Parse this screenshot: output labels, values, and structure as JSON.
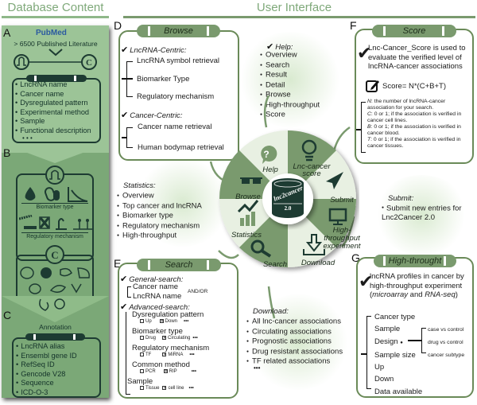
{
  "headers": {
    "left": "Database Content",
    "right": "User Interface"
  },
  "panel_letters": [
    "A",
    "B",
    "C",
    "D",
    "E",
    "F",
    "G"
  ],
  "panelA": {
    "logo": "PubMed",
    "literature": "> 6500 Published Literature",
    "items": [
      "LncRNA name",
      "Cancer name",
      "Dysregulated pattern",
      "Experimental method",
      "Sample",
      "Functional description",
      "• • •"
    ]
  },
  "panelB": {
    "biomarker_label": "Biomarker type",
    "regulatory_label": "Regulatory mechanism"
  },
  "panelC": {
    "title": "Annotation",
    "items": [
      "LncRNA  alias",
      "Ensembl gene ID",
      "RefSeq ID",
      "Gencode V28",
      "Sequence",
      "ICD-O-3"
    ]
  },
  "browse": {
    "tab": "Browse",
    "lnc_centric": "LncRNA-Centric:",
    "lnc_items": [
      "LncRNA symbol retrieval",
      "Biomarker Type",
      "Regulatory mechanism"
    ],
    "cancer_centric": "Cancer-Centric:",
    "cancer_items": [
      "Cancer name retrieval",
      "Human bodymap retrieval"
    ]
  },
  "help": {
    "title": "Help",
    "items": [
      "Overview",
      "Search",
      "Result",
      "Detail",
      "Browse",
      "High-throughput",
      "Score"
    ]
  },
  "statistics": {
    "title": "Statistics",
    "items": [
      "Overview",
      "Top cancer and lncRNA",
      "Biomarker type",
      "Regulatory mechanism",
      "High-throughput"
    ]
  },
  "wheel": {
    "center_name": "lnc2cancer",
    "center_version": "2.0",
    "segments": [
      "Help",
      "Lnc-cancer score",
      "Submit",
      "High-throughput experiment",
      "Download",
      "Search",
      "Statistics",
      "Browse"
    ]
  },
  "score": {
    "tab": "Score",
    "desc": "Lnc-Cancer_Score is used to evaluate the verified level of lncRNA-cancer associations",
    "formula": "Score= N*(C+B+T)",
    "defs": [
      {
        "k": "N",
        "v": ": the number of lncRNA-cancer association for your search."
      },
      {
        "k": "C",
        "v": ": 0 or 1; if the association is verified in cancer cell lines."
      },
      {
        "k": "B",
        "v": ": 0 or 1; if the association is verified in cancer blood."
      },
      {
        "k": "T",
        "v": ": 0 or 1; if the association is verified in cancer tissues."
      }
    ]
  },
  "submit": {
    "title": "Submit",
    "item": "Submit new entries for Lnc2Cancer 2.0"
  },
  "search": {
    "tab": "Search",
    "general": "General-search:",
    "general_items": [
      "Cancer name",
      "LncRNA name"
    ],
    "andor": "AND/OR",
    "advanced": "Advanced-search:",
    "groups": [
      {
        "label": "Dysregulation pattern",
        "opts": [
          "Up",
          "Down"
        ]
      },
      {
        "label": "Biomarker type",
        "opts": [
          "Drug",
          "Circulating"
        ]
      },
      {
        "label": "Regulatory mechanism",
        "opts": [
          "TF",
          "MiRNA"
        ]
      },
      {
        "label": "Common method",
        "opts": [
          "PCR",
          "RIP"
        ]
      },
      {
        "label": "Sample",
        "opts": [
          "Tissue",
          "cell line"
        ]
      }
    ],
    "more": "•••"
  },
  "download": {
    "title": "Download",
    "items": [
      "All lnc-cancer associations",
      "Circulating associations",
      "Prognostic associations",
      "Drug resistant associations",
      "TF related associations"
    ],
    "more": "•••"
  },
  "high": {
    "tab": "High-throught",
    "desc_pre": "lncRNA profiles in cancer by high-throughput experiment (",
    "m1": "microarray",
    "and": " and ",
    "m2": "RNA-seq",
    "desc_post": ")",
    "items": [
      "Cancer type",
      "Sample",
      "Design",
      "Sample size",
      "Up",
      "Down",
      "Data available"
    ],
    "design_opts": [
      "case vs control",
      "drug vs control",
      "cancer subtype"
    ]
  },
  "colors": {
    "dark": "#1d3b32",
    "mid": "#7a9a6e",
    "light": "#e8f0e2",
    "left_bg": "#7ba877"
  }
}
